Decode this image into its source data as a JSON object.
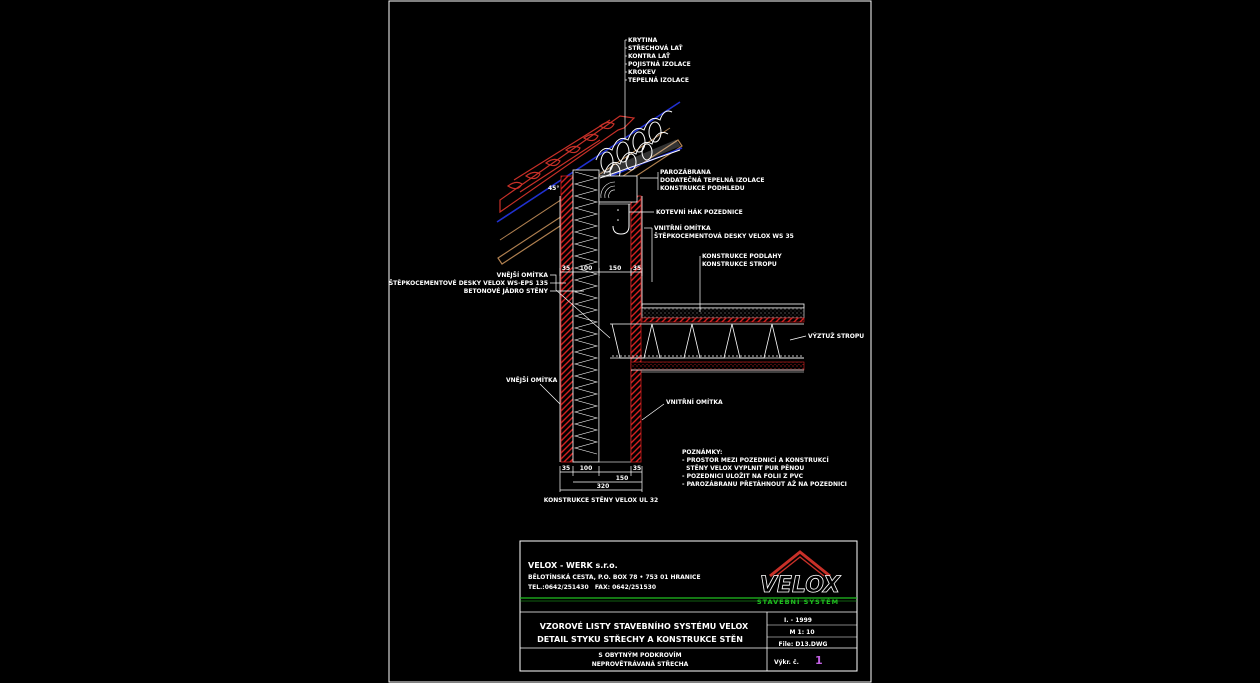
{
  "drawing": {
    "roof_labels": [
      "KRYTINA",
      "STŘECHOVÁ LAŤ",
      "KONTRA LAŤ",
      "POJISTNÁ IZOLACE",
      "KROKEV",
      "TEPELNÁ IZOLACE"
    ],
    "ceiling_labels": [
      "PAROZÁBRANA",
      "DODATEČNÁ TEPELNÁ IZOLACE",
      "KONSTRUKCE PODHLEDU"
    ],
    "hook_label": "KOTEVNÍ HÁK POZEDNICE",
    "inner_top_labels": [
      "VNITŘNÍ OMÍTKA",
      "ŠTĚPKOCEMENTOVÁ DESKY VELOX WS 35"
    ],
    "floor_labels": [
      "KONSTRUKCE PODLAHY",
      "KONSTRUKCE STROPU"
    ],
    "ceiling_rebar_label": "VÝZTUŽ STROPU",
    "wall_left_labels": [
      "VNĚJŠÍ OMÍTKA",
      "ŠTĚPKOCEMENTOVÉ DESKY VELOX WS-EPS 135",
      "BETONOVÉ JÁDRO STĚNY"
    ],
    "outer_plaster_label": "VNĚJŠÍ OMÍTKA",
    "inner_plaster_label": "VNITŘNÍ OMÍTKA",
    "notes_title": "POZNÁMKY:",
    "notes": [
      "- PROSTOR MEZI POZEDNICÍ A KONSTRUKCÍ",
      "  STĚNY VELOX VYPLNIT PUR PĚNOU",
      "- POZEDNICI ULOŽIT NA FOLII Z PVC",
      "- PAROZÁBRANU PŘETÁHNOUT AŽ NA POZEDNICI"
    ],
    "dims_top": [
      "35",
      "100",
      "150",
      "35"
    ],
    "dims_bottom": [
      "35",
      "100",
      "35",
      "150",
      "320"
    ],
    "wall_caption": "KONSTRUKCE STĚNY VELOX UL 32",
    "slope_mark": "45°"
  },
  "title_block": {
    "company": "VELOX - WERK s.r.o.",
    "address": "BĚLOTÍNSKÁ CESTA, P.O. BOX 78 • 753 01 HRANICE",
    "phone": "TEL.:0642/251430   FAX: 0642/251530",
    "logo_text": "VELOX",
    "logo_sub": "STAVEBNÍ SYSTÉM",
    "series": "VZOROVÉ LISTY STAVEBNÍHO SYSTÉMU VELOX",
    "subtitle": "DETAIL STYKU STŘECHY A KONSTRUKCE STĚN",
    "desc1": "S OBYTNÝM PODKROVÍM",
    "desc2": "NEPROVĚTRÁVANÁ STŘECHA",
    "date": "I. - 1999",
    "scale": "M 1: 10",
    "file": "File: D13.DWG",
    "sheet_label": "Výkr. č.",
    "sheet_no": "1"
  },
  "colors": {
    "background": "#000000",
    "wall_red": "#d42020",
    "insulation": "#ffffff",
    "roof_red": "#c83028",
    "foil_blue": "#2030d0",
    "rafter_tan": "#b08050",
    "title_green": "#20c020",
    "accent_purple": "#c060e0"
  }
}
